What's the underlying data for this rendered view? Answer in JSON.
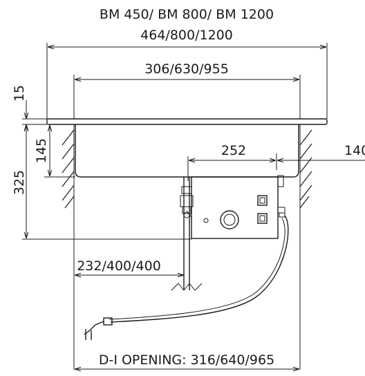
{
  "title": "BM 450/ BM 800/ BM 1200",
  "dimensions": {
    "overall_width": "464/800/1200",
    "inner_width": "306/630/955",
    "rim_thickness": "15",
    "basin_depth": "145",
    "total_depth": "325",
    "control_box_width": "252",
    "right_offset": "140",
    "drain_offset": "232/400/400",
    "cutout_opening": "D-I OPENING: 316/640/965"
  },
  "colors": {
    "line": "#1a1a1a",
    "background": "#ffffff"
  }
}
